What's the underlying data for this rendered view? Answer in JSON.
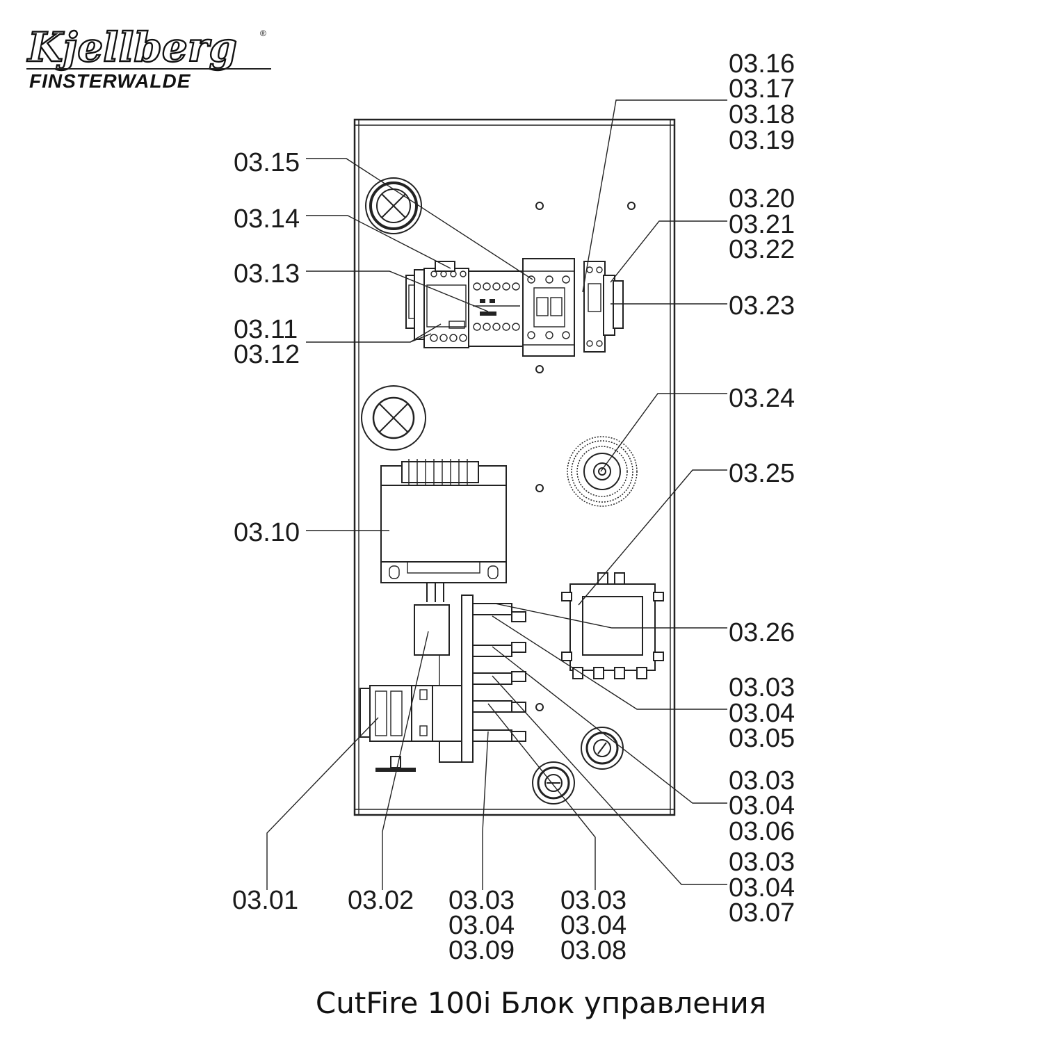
{
  "logo": {
    "brand": "Kjellberg",
    "registered": "®",
    "city": "FINSTERWALDE"
  },
  "labels": {
    "l0315": "03.15",
    "l0314": "03.14",
    "l0313": "03.13",
    "l0311": "03.11",
    "l0312": "03.12",
    "l0310": "03.10",
    "l0316": "03.16",
    "l0317": "03.17",
    "l0318": "03.18",
    "l0319": "03.19",
    "l0320": "03.20",
    "l0321": "03.21",
    "l0322": "03.22",
    "l0323": "03.23",
    "l0324": "03.24",
    "l0325": "03.25",
    "l0326": "03.26",
    "g5_a": "03.03",
    "g5_b": "03.04",
    "g5_c": "03.05",
    "g6_a": "03.03",
    "g6_b": "03.04",
    "g6_c": "03.06",
    "g7_a": "03.03",
    "g7_b": "03.04",
    "g7_c": "03.07",
    "l0301": "03.01",
    "l0302": "03.02",
    "g9_a": "03.03",
    "g9_b": "03.04",
    "g9_c": "03.09",
    "g8_a": "03.03",
    "g8_b": "03.04",
    "g8_c": "03.08"
  },
  "caption": "CutFire 100i Блок управления"
}
